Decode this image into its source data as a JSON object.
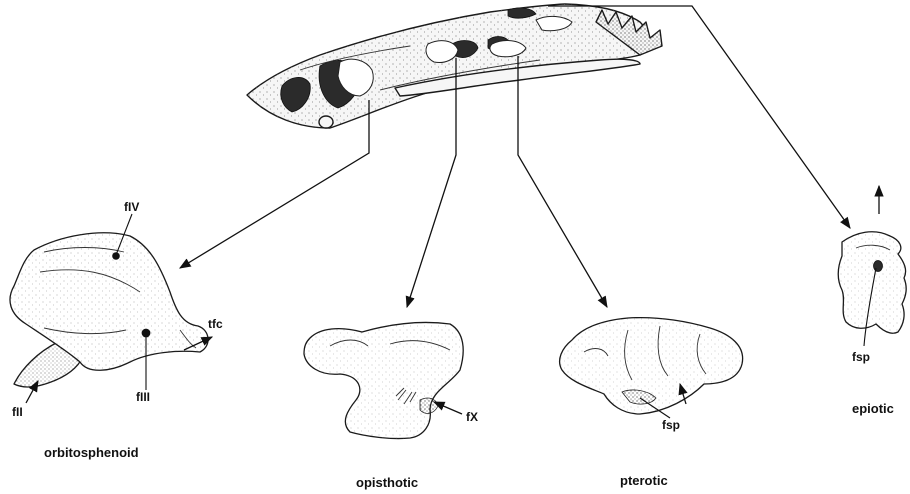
{
  "bone_names": {
    "orbitosphenoid": "orbitosphenoid",
    "opisthotic": "opisthotic",
    "pterotic": "pterotic",
    "epiotic": "epiotic"
  },
  "foramen_labels": {
    "fIV": "fIV",
    "fIII": "fIII",
    "fII": "fII",
    "tfc": "tfc",
    "fX": "fX",
    "fsp_pterotic": "fsp",
    "fsp_epiotic": "fsp"
  }
}
